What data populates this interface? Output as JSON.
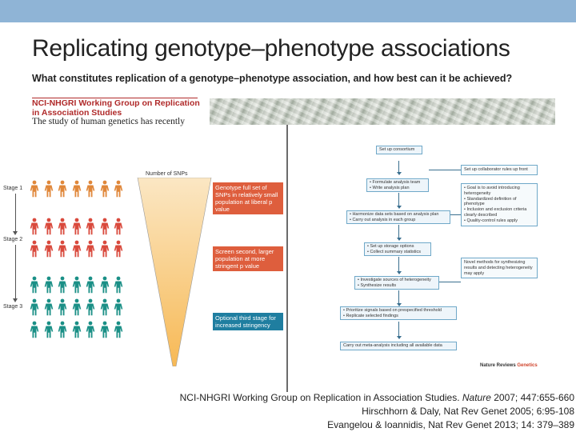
{
  "title": "Replicating genotype–phenotype associations",
  "question": "What constitutes replication of a genotype–phenotype association, and how best can it be achieved?",
  "working_group_box": {
    "title_line1": "NCI-NHGRI Working Group on Replication",
    "title_line2": "in Association Studies",
    "intro_text": "The study of human genetics has recently"
  },
  "figure_left": {
    "snp_axis_label": "Number of SNPs",
    "stages": [
      {
        "label": "Stage 1",
        "color": "#e0873a"
      },
      {
        "label": "Stage 2",
        "color": "#d9493c"
      },
      {
        "label": "Stage 3",
        "color": "#1a8f86"
      }
    ],
    "boxes": [
      {
        "text": "Genotype full set of SNPs in relatively small population at liberal p value"
      },
      {
        "text": "Screen second, larger population at more stringent p value"
      },
      {
        "text": "Optional third stage for increased stringency"
      }
    ]
  },
  "figure_right": {
    "flow": [
      {
        "text": "Set up consortium"
      },
      {
        "text": "• Formulate analysis team\n• Write analysis plan"
      },
      {
        "text": "• Harmonize data sets based on analysis plan\n• Carry out analysis in each group"
      },
      {
        "text": "• Set up storage options\n• Collect summary statistics"
      },
      {
        "text": "• Investigate sources of heterogeneity\n• Synthesize results"
      },
      {
        "text": "• Prioritize signals based on prespecified threshold\n• Replicate selected findings"
      },
      {
        "text": "Carry out meta-analysis including all available data"
      }
    ],
    "side": [
      {
        "text": "Set up collaborator rules up front"
      },
      {
        "text": "• Goal is to avoid introducing heterogeneity\n• Standardized definition of phenotype\n• Inclusion and exclusion criteria clearly described\n• Quality-control rules apply"
      },
      {
        "text": "Novel methods for synthesizing results and detecting heterogeneity may apply"
      }
    ],
    "credit_brand": "Nature Reviews",
    "credit_journal": "Genetics"
  },
  "references": {
    "line1_pre": "NCI-NHGRI Working Group on Replication in Association Studies. ",
    "line1_journal": "Nature",
    "line1_post": " 2007; 447:655-660",
    "line2": "Hirschhorn & Daly, Nat Rev Genet 2005; 6:95-108",
    "line3": "Evangelou & Ioannidis, Nat Rev Genet 2013; 14: 379–389"
  }
}
